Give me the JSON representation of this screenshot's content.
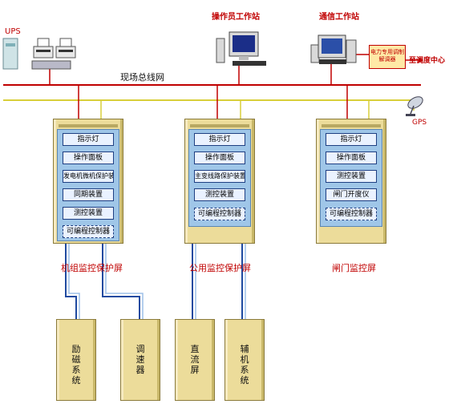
{
  "labels": {
    "operator_station": "操作员工作站",
    "comm_station": "通信工作站",
    "ups": "UPS",
    "fieldbus": "现场总线网",
    "modem": "电力专用调制解调器",
    "dispatch": "至调度中心",
    "gps": "GPS"
  },
  "cabinets": [
    {
      "caption": "机组监控保护屏",
      "modules": [
        "指示灯",
        "操作面板",
        "发电机微机保护装置",
        "同期装置",
        "测控装置",
        "可编程控制器"
      ]
    },
    {
      "caption": "公用监控保护屏",
      "modules": [
        "指示灯",
        "操作面板",
        "主变线路保护装置",
        "测控装置",
        "可编程控制器"
      ]
    },
    {
      "caption": "闸门监控屏",
      "modules": [
        "指示灯",
        "操作面板",
        "测控装置",
        "闸门开度仪",
        "可编程控制器"
      ]
    }
  ],
  "subsystems": [
    "励磁系统",
    "调速器",
    "直流屏",
    "辅机系统"
  ],
  "colors": {
    "bus_red": "#c00000",
    "bus_yellow": "#d8cf3a",
    "cabinet": "#ecdc9a",
    "module_area": "#9fc6e8",
    "cable_blue": "#1f4aa0"
  }
}
